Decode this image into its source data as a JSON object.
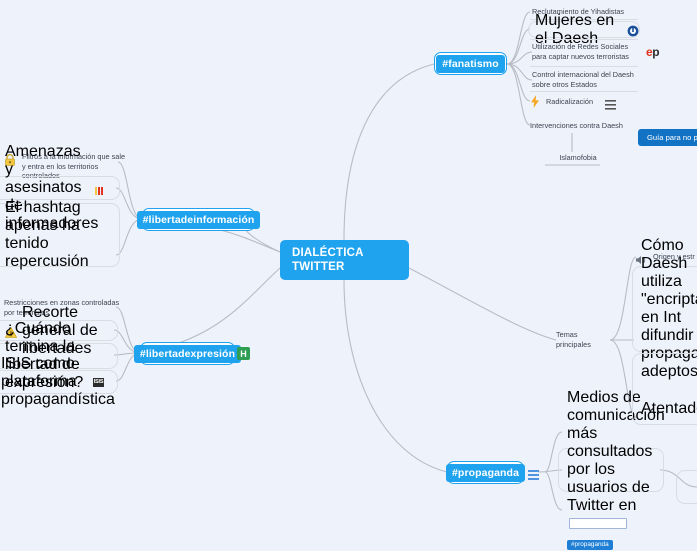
{
  "background_color": "#eef2fb",
  "accent_color": "#1fa3ef",
  "central": {
    "line1": "DIALÉCTICA",
    "line2": "TWITTER"
  },
  "branches": {
    "fanatismo": {
      "label": "#fanatismo",
      "leaves": [
        {
          "text": "Reclutamiento de Yihadistas",
          "icon": "none"
        },
        {
          "text": "Mujeres en el Daesh",
          "icon": "target-icon"
        },
        {
          "text": "Utilización de Redes Sociales para captar nuevos terroristas",
          "icon": "ep-logo-icon"
        },
        {
          "text": "Control internacional del Daesh sobre otros Estados",
          "icon": "none"
        },
        {
          "text": "Radicalización",
          "icon": "bolt-icon",
          "icon_right": "list-icon"
        },
        {
          "text": "Intervenciones contra Daesh",
          "icon": "none"
        },
        {
          "text": "Islamofobia",
          "icon": "none"
        }
      ],
      "cta": "Guía para no parec"
    },
    "libertadeinformacion": {
      "label": "#libertadeinformación",
      "leaves": [
        {
          "text": "Filtros a la información que sale y entra en los territorios controlados",
          "icon": "lock-icon"
        },
        {
          "text": "Amenazas y asesinatos de informadores",
          "icon": "red-bars-icon"
        },
        {
          "text": "El hashtag apenas ha tenido repercusión",
          "icon": "none"
        }
      ]
    },
    "libertadexpresion": {
      "label": "#libertadexpresión",
      "badge": "H",
      "leaves": [
        {
          "text": "Restricciones en zonas controladas por terroristas",
          "icon": "none"
        },
        {
          "text": "Recorte general de libertades",
          "icon": "warning-icon"
        },
        {
          "text": "¿Cuándo termina la libertad de expresión?",
          "icon": "none"
        },
        {
          "text": "ISIS como plataforma propagandística",
          "icon": "isis-icon"
        }
      ]
    },
    "propaganda": {
      "label": "#propaganda",
      "badge": "list-icon",
      "leaves": [
        {
          "text_before": "Medios de comunicación más consultados por los usuarios de Twitter en",
          "input_value": "",
          "tag": "#propaganda"
        }
      ]
    },
    "temas_principales": {
      "label": "Temas principales",
      "leaves": [
        {
          "text": "Origen y estr",
          "icon": "speaker-icon"
        },
        {
          "text": "Cómo Daesh utiliza \"encriptado\" en Int difundir propagand adeptos",
          "icon": "none"
        },
        {
          "text": "Atentados",
          "icon": "moon-icon"
        }
      ]
    }
  }
}
